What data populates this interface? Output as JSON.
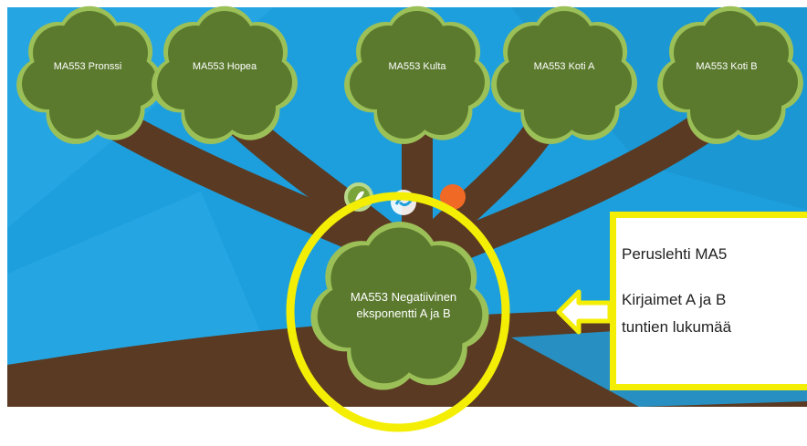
{
  "colors": {
    "sky": "#1e9fdd",
    "trunk": "#5a3a22",
    "leaf": "#5b7a2e",
    "leaf_rim": "#9cc058",
    "highlight": "#f4ee05",
    "orange_node": "#f06a25",
    "green_node": "#7aa43a"
  },
  "upper_leaves": [
    {
      "label": "MA553 Pronssi"
    },
    {
      "label": "MA553 Hopea"
    },
    {
      "label": "MA553 Kulta"
    },
    {
      "label": "MA553 Koti A"
    },
    {
      "label": "MA553 Koti B"
    }
  ],
  "main_leaf": {
    "line1": "MA553 Negatiivinen",
    "line2": "eksponentti A ja B"
  },
  "callout": {
    "line1": "Peruslehti MA5",
    "line2": "Kirjaimet A ja B",
    "line3": "tuntien lukumää"
  },
  "icons": [
    "leaf-icon",
    "swirl-icon",
    "orange-dot-icon"
  ]
}
